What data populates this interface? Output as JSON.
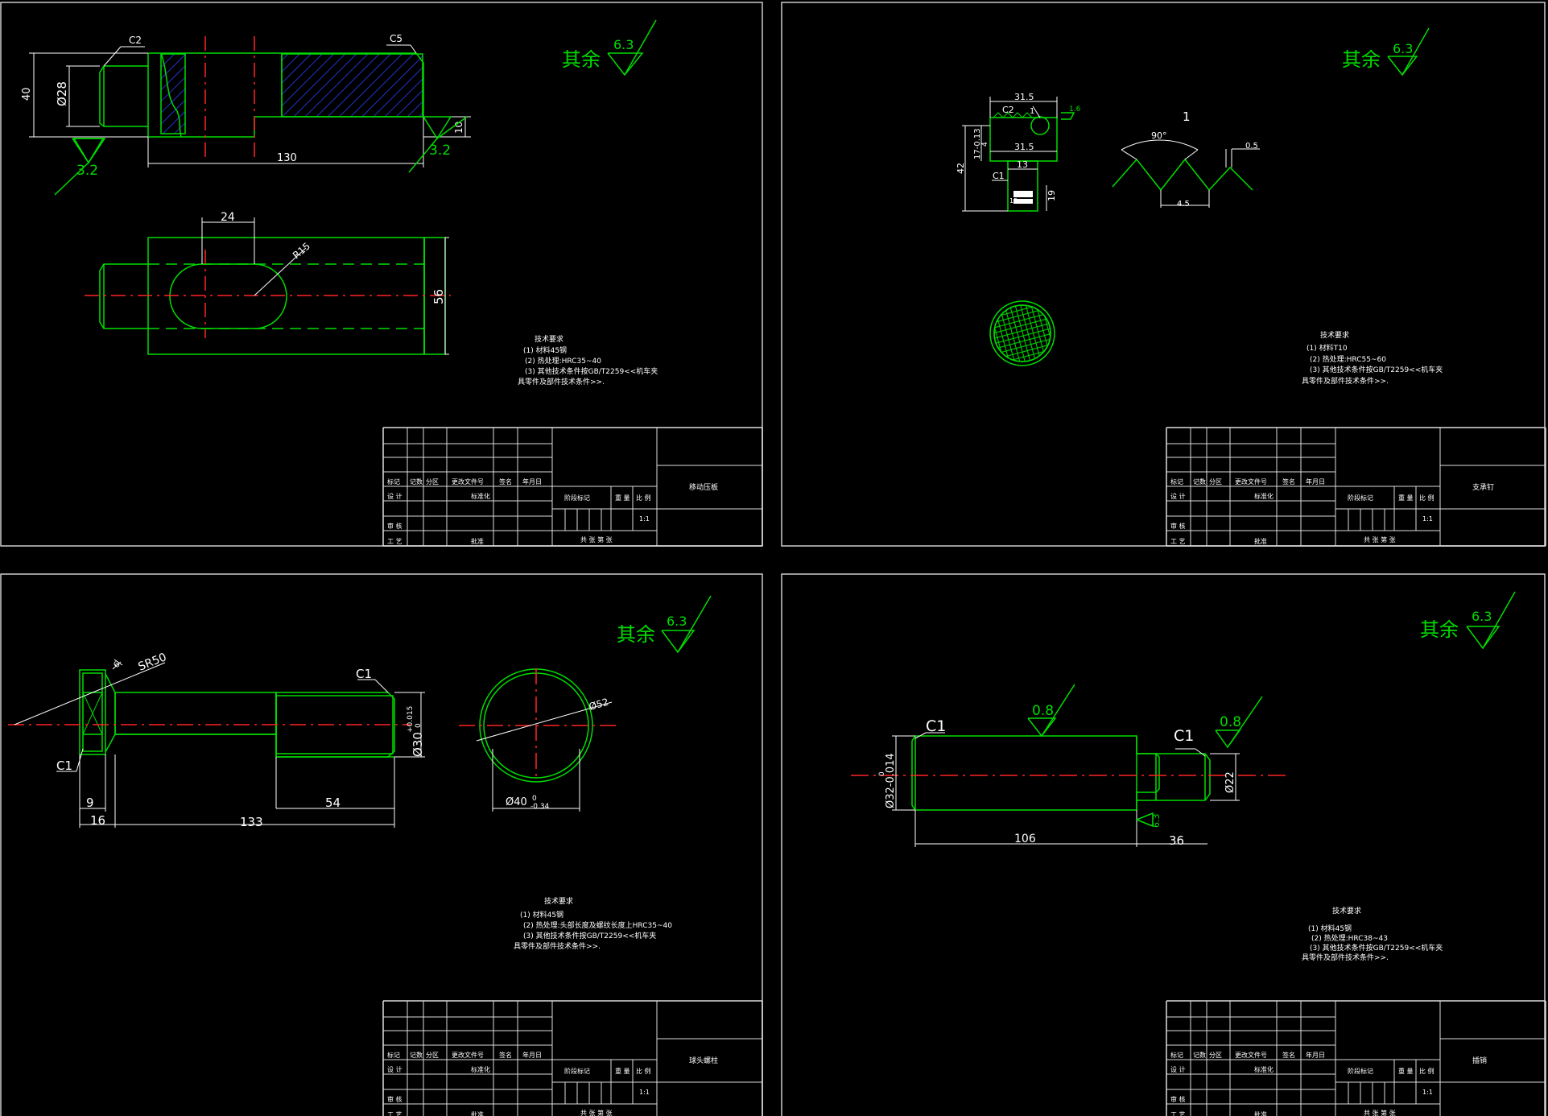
{
  "colors": {
    "background": "#000000",
    "outline": "#00dd00",
    "dim": "#ffffff",
    "center": "#ff2222",
    "hatch": "#2222cc",
    "note": "#00cc00"
  },
  "common": {
    "surface_rest": "其余",
    "tb": {
      "h1": "标记",
      "h2": "记数",
      "h3": "分区",
      "h4": "更改文件号",
      "h5": "签名",
      "h6": "年月日",
      "design": "设 计",
      "std": "标准化",
      "review": "审 核",
      "process": "工 艺",
      "approve": "批准",
      "stage": "阶段标记",
      "weight": "重 量",
      "scale_label": "比 例",
      "scale": "1:1",
      "sheets": "共  张 第  张"
    }
  },
  "sheets": [
    {
      "id": "s1",
      "roughness": "6.3",
      "title": "移动压板",
      "notes": [
        "技术要求",
        "(1) 材料45钢",
        "(2) 热处理:HRC35~40",
        "(3) 其他技术条件按GB/T2259<<机车夹",
        "具零件及部件技术条件>>."
      ],
      "dims": {
        "c2": "C2",
        "c5": "C5",
        "d40": "40",
        "d28": "Ø28",
        "r32a": "3.2",
        "r32b": "3.2",
        "d130": "130",
        "d10": "10",
        "d24": "24",
        "r15": "R15",
        "d56": "56"
      }
    },
    {
      "id": "s2",
      "roughness": "6.3",
      "title": "支承钉",
      "notes": [
        "技术要求",
        "(1) 材料T10",
        "(2) 热处理:HRC55~60",
        "(3) 其他技术条件按GB/T2259<<机车夹",
        "具零件及部件技术条件>>."
      ],
      "dims": {
        "w315a": "31.5",
        "w315b": "31.5",
        "c2": "C2",
        "n1": "1",
        "r16": "1.6",
        "h42": "42",
        "h17": "17-0.13",
        "h4": "4",
        "w13": "13",
        "c1": "C1",
        "w15": "15",
        "h19": "19",
        "view1": "1",
        "a90": "90°",
        "d05": "0.5",
        "d45": "4.5"
      }
    },
    {
      "id": "s3",
      "roughness": "6.3",
      "title": "球头螺柱",
      "notes": [
        "技术要求",
        "(1) 材料45钢",
        "(2) 热处理:头部长度及螺纹长度上HRC35~40",
        "(3) 其他技术条件按GB/T2259<<机车夹",
        "具零件及部件技术条件>>."
      ],
      "dims": {
        "sr50": "SR50",
        "r6": "6",
        "c1a": "C1",
        "c1b": "C1",
        "d30": "Ø30",
        "d30tol": "+0.015",
        "d30tol2": "0",
        "d9": "9",
        "d16": "16",
        "d133": "133",
        "d54": "54",
        "phi52": "Ø52",
        "d40": "Ø40",
        "d40tol": "0",
        "d40tol2": "-0.34"
      }
    },
    {
      "id": "s4",
      "roughness": "6.3",
      "title": "插销",
      "notes": [
        "技术要求",
        "(1) 材料45钢",
        "(2) 热处理:HRC38~43",
        "(3) 其他技术条件按GB/T2259<<机车夹",
        "具零件及部件技术条件>>."
      ],
      "dims": {
        "c1a": "C1",
        "c1b": "C1",
        "r08a": "0.8",
        "r08b": "0.8",
        "r63": "6.3",
        "d32": "Ø32-0.014",
        "d32b": "0",
        "d22": "Ø22",
        "d106": "106",
        "d36": "36"
      }
    }
  ]
}
